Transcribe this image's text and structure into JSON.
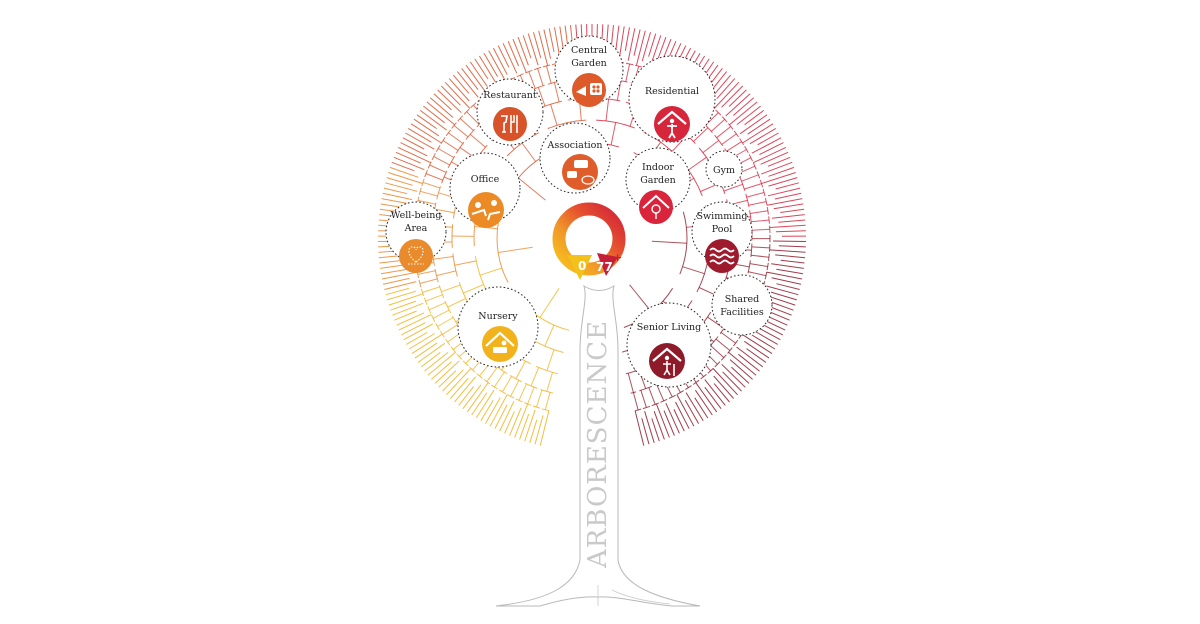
{
  "trunk_label": "ARBORESCENCE",
  "scale": {
    "min_label": "0",
    "max_label": "77",
    "plus": "+"
  },
  "colors": {
    "yellow": "#f2b21c",
    "orange": "#e9862a",
    "red_orange": "#d9532a",
    "red": "#d6263b",
    "dark_red": "#8e1b2a",
    "gradient": [
      "#f6c21c",
      "#f0962a",
      "#e9602e",
      "#d9263c",
      "#9e1b2e"
    ]
  },
  "nodes": [
    {
      "id": "central-garden",
      "label": [
        "Central",
        "Garden"
      ],
      "icon": "garden-watering-icon",
      "color": "#dd5a2b"
    },
    {
      "id": "restaurant",
      "label": [
        "Restaurant"
      ],
      "icon": "wine-cutlery-icon",
      "color": "#d9532a"
    },
    {
      "id": "residential",
      "label": [
        "Residential"
      ],
      "icon": "house-person-icon",
      "color": "#d6263b"
    },
    {
      "id": "association",
      "label": [
        "Association"
      ],
      "icon": "speech-bubbles-icon",
      "color": "#df5c2b"
    },
    {
      "id": "office",
      "label": [
        "Office"
      ],
      "icon": "people-meeting-icon",
      "color": "#ec8a26"
    },
    {
      "id": "indoor-garden",
      "label": [
        "Indoor",
        "Garden"
      ],
      "icon": "house-tree-icon",
      "color": "#d9243b"
    },
    {
      "id": "gym",
      "label": [
        "Gym"
      ],
      "icon": "",
      "color": "#c9203a"
    },
    {
      "id": "well-being-area",
      "label": [
        "Well-being",
        "Area"
      ],
      "icon": "heart-stethoscope-icon",
      "color": "#e98a2c"
    },
    {
      "id": "swimming-pool",
      "label": [
        "Swimming",
        "Pool"
      ],
      "icon": "waves-icon",
      "color": "#9e1b2e"
    },
    {
      "id": "shared-facilities",
      "label": [
        "Shared",
        "Facilities"
      ],
      "icon": "",
      "color": "#8e1b2a"
    },
    {
      "id": "nursery",
      "label": [
        "Nursery"
      ],
      "icon": "house-child-icon",
      "color": "#f2b21c"
    },
    {
      "id": "senior-living",
      "label": [
        "Senior Living"
      ],
      "icon": "house-elder-icon",
      "color": "#8e1b2a"
    }
  ]
}
